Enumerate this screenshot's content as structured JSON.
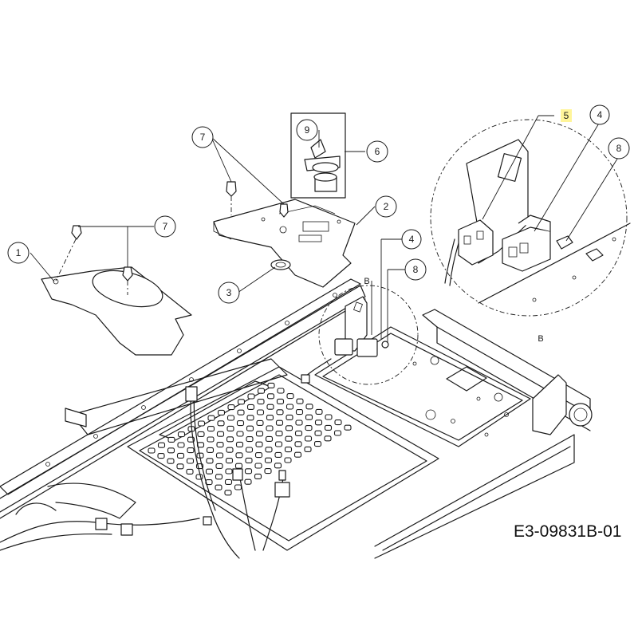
{
  "drawing": {
    "code": "E3-09831B-01",
    "detail_mark": "B",
    "detail_mark_zoom": "B",
    "highlight_color": "#fff59a",
    "line_color": "#1a1a1a"
  },
  "callouts": {
    "c1": "1",
    "c2": "2",
    "c3": "3",
    "c4_main": "4",
    "c4_detail": "4",
    "c5_detail": "5",
    "c6": "6",
    "c7_left": "7",
    "c7_top": "7",
    "c8_main": "8",
    "c8_detail": "8",
    "c9": "9"
  }
}
